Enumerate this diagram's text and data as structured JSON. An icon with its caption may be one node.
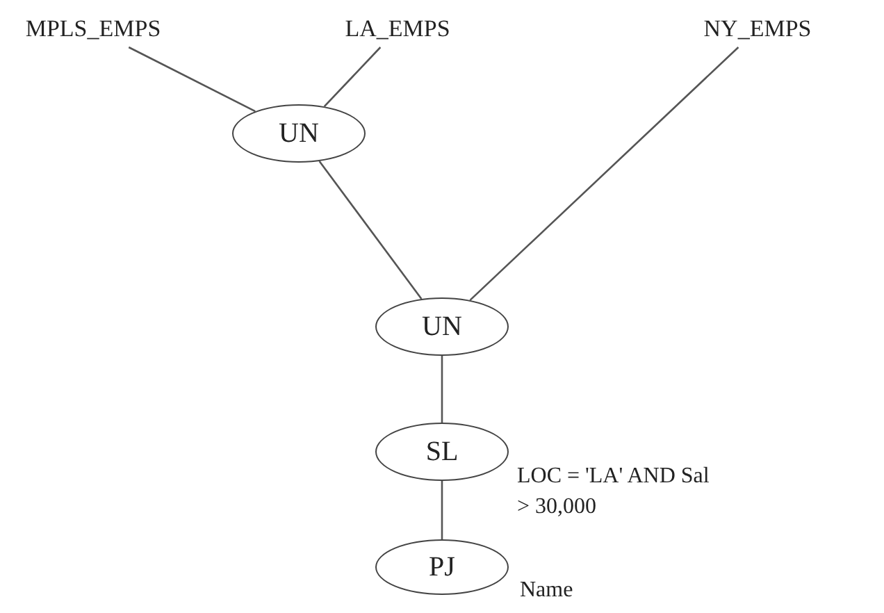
{
  "diagram": {
    "nodes": [
      {
        "text": [
          "MPLS_EMPS"
        ]
      },
      {
        "text": [
          "LA_EMPS"
        ]
      },
      {
        "text": [
          "NY_EMPS"
        ]
      },
      {
        "text": [
          "UN"
        ]
      },
      {
        "text": [
          "UN"
        ]
      },
      {
        "text": [
          "SL"
        ],
        "beside": [
          "LOC = 'LA' AND Sal > 30,000"
        ]
      },
      {
        "text": [
          "PJ"
        ],
        "beside": [
          "Name"
        ]
      }
    ],
    "edges": [
      {
        "from": 0,
        "to": 3,
        "arrow": "none"
      },
      {
        "from": 1,
        "to": 3,
        "arrow": "none"
      },
      {
        "from": 3,
        "to": 4,
        "arrow": "none"
      },
      {
        "from": 2,
        "to": 4,
        "arrow": "none"
      },
      {
        "from": 4,
        "to": 5,
        "arrow": "none"
      },
      {
        "from": 5,
        "to": 6,
        "arrow": "none"
      }
    ]
  }
}
